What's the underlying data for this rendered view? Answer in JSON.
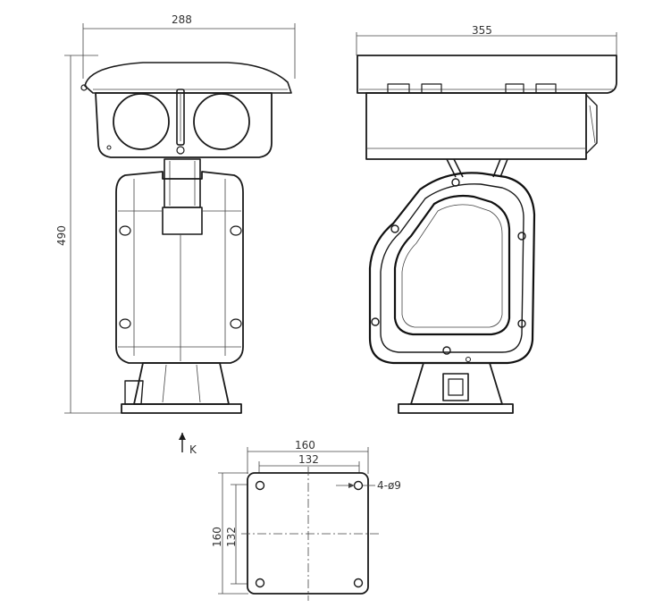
{
  "dimensions": {
    "front_width": "288",
    "side_width": "355",
    "total_height": "490",
    "base_outer_width": "160",
    "base_inner_width": "132",
    "base_outer_height": "160",
    "base_inner_height": "132",
    "mount_holes": "4-ø9"
  },
  "labels": {
    "view_marker": "K"
  },
  "colors": {
    "line": "#1a1a1a",
    "dimension": "#444444",
    "background": "#ffffff"
  }
}
